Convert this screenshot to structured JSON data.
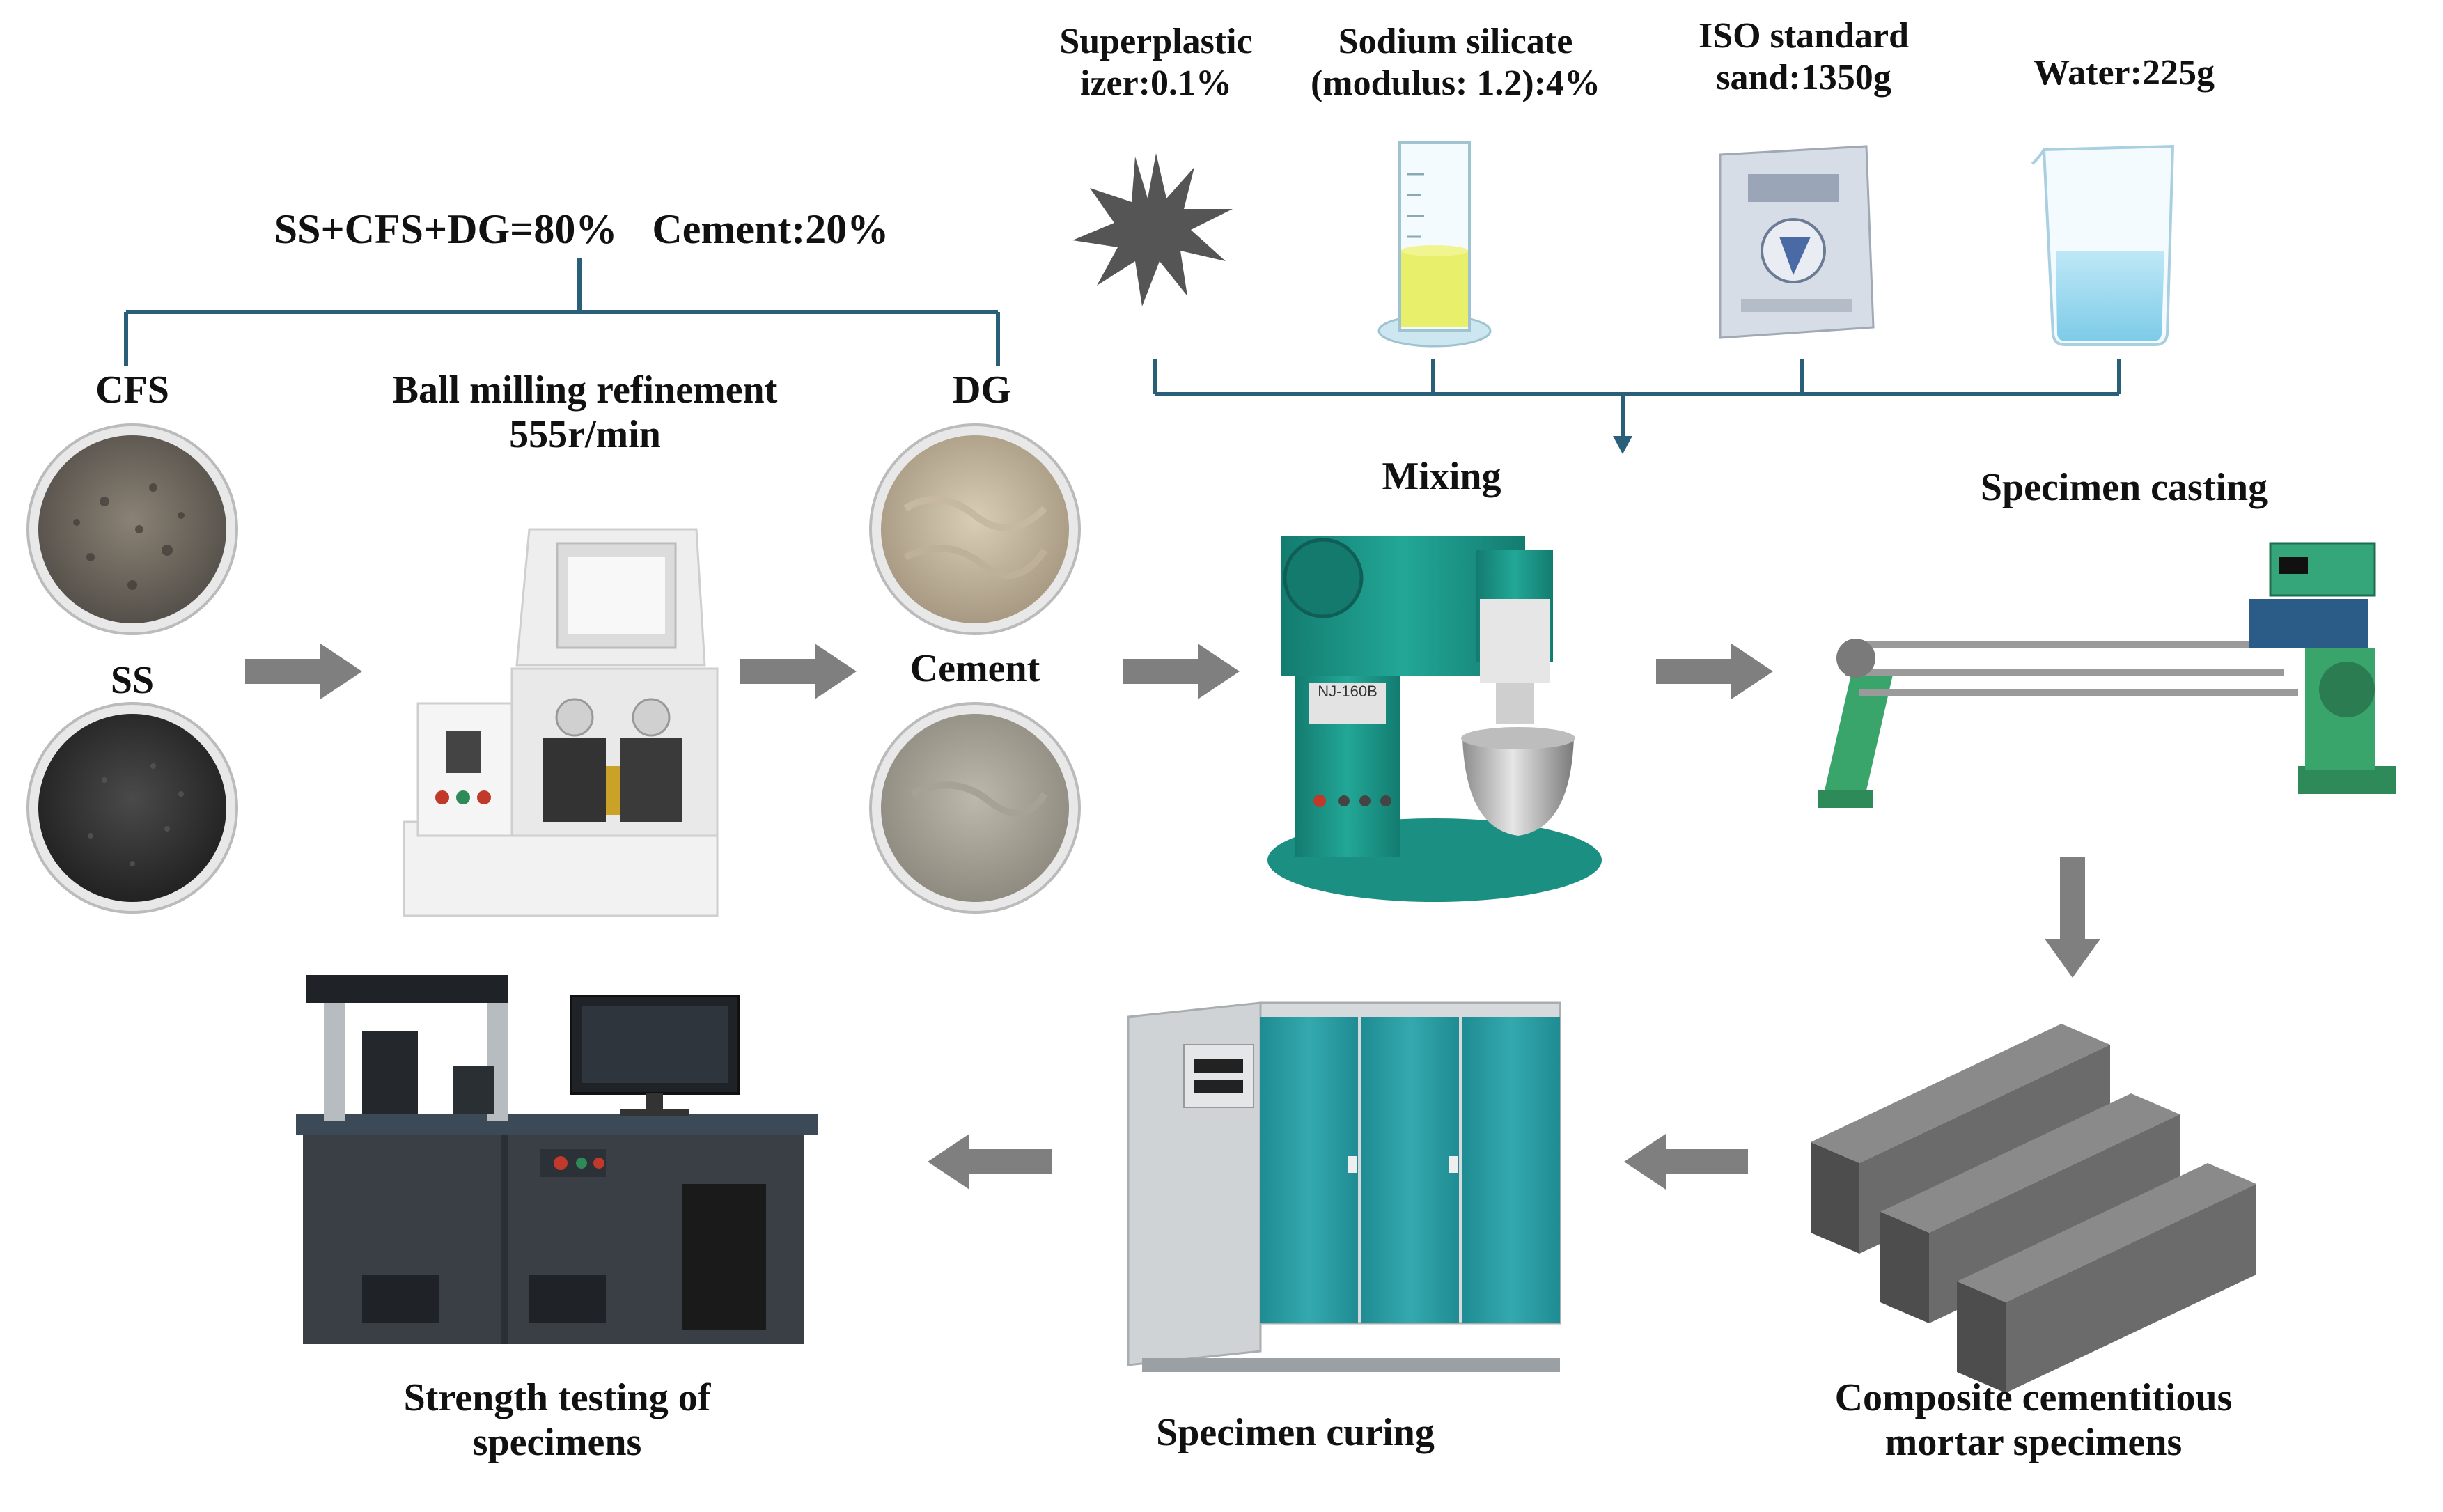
{
  "mix_header": "SS+CFS+DG=80%  Cement:20%",
  "raw_materials": {
    "cfs": "CFS",
    "ss": "SS",
    "dg": "DG",
    "cement": "Cement"
  },
  "ball_milling": {
    "line1": "Ball milling refinement",
    "line2": "555r/min"
  },
  "additives": {
    "superplasticizer": {
      "line1": "Superplastic",
      "line2": "izer:0.1%"
    },
    "sodium_silicate": {
      "line1": "Sodium silicate",
      "line2": "(modulus: 1.2):4%"
    },
    "iso_sand": {
      "line1": "ISO standard",
      "line2": "sand:1350g"
    },
    "water": {
      "line1": "Water:225g"
    }
  },
  "steps": {
    "mixing": "Mixing",
    "casting": "Specimen casting",
    "specimens": {
      "line1": "Composite cementitious",
      "line2": "mortar specimens"
    },
    "curing": "Specimen curing",
    "testing": {
      "line1": "Strength testing of",
      "line2": "specimens"
    }
  },
  "equipment_text": {
    "mixer_model": "NJ-160B"
  },
  "colors": {
    "bracket_line": "#2a5f7a",
    "arrow": "#7f7f7f",
    "machine_green": "#1e9a8c",
    "cabinet_teal": "#2a9aa0",
    "specimen_gray": "#6b6b6b"
  }
}
